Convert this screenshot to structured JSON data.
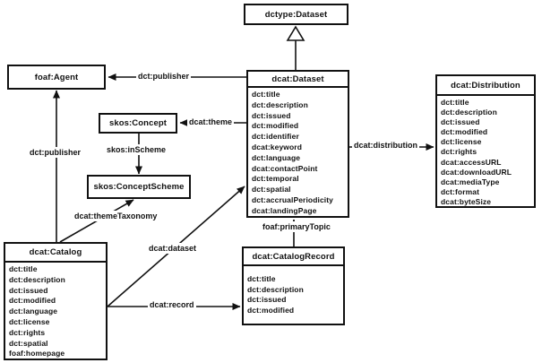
{
  "diagram": {
    "title": "DCAT vocabulary UML class diagram",
    "colors": {
      "background": "#ffffff",
      "line": "#111111",
      "box_border": "#111111",
      "box_background": "#ffffff",
      "text": "#111111"
    },
    "classes": {
      "dctype_dataset": {
        "title": "dctype:Dataset",
        "attributes": []
      },
      "foaf_agent": {
        "title": "foaf:Agent",
        "attributes": []
      },
      "skos_concept": {
        "title": "skos:Concept",
        "attributes": []
      },
      "skos_concept_scheme": {
        "title": "skos:ConceptScheme",
        "attributes": []
      },
      "dcat_dataset": {
        "title": "dcat:Dataset",
        "attributes": [
          "dct:title",
          "dct:description",
          "dct:issued",
          "dct:modified",
          "dct:identifier",
          "dcat:keyword",
          "dct:language",
          "dcat:contactPoint",
          "dct:temporal",
          "dct:spatial",
          "dct:accrualPeriodicity",
          "dcat:landingPage"
        ]
      },
      "dcat_distribution": {
        "title": "dcat:Distribution",
        "attributes": [
          "dct:title",
          "dct:description",
          "dct:issued",
          "dct:modified",
          "dct:license",
          "dct:rights",
          "dcat:accessURL",
          "dcat:downloadURL",
          "dcat:mediaType",
          "dct:format",
          "dcat:byteSize"
        ]
      },
      "dcat_catalog": {
        "title": "dcat:Catalog",
        "attributes": [
          "dct:title",
          "dct:description",
          "dct:issued",
          "dct:modified",
          "dct:language",
          "dct:license",
          "dct:rights",
          "dct:spatial",
          "foaf:homepage"
        ]
      },
      "dcat_catalog_record": {
        "title": "dcat:CatalogRecord",
        "attributes": [
          "dct:title",
          "dct:description",
          "dct:issued",
          "dct:modified"
        ]
      }
    },
    "edge_labels": {
      "publisher_top": "dct:publisher",
      "publisher_left": "dct:publisher",
      "theme": "dcat:theme",
      "in_scheme": "skos:inScheme",
      "theme_taxonomy": "dcat:themeTaxonomy",
      "dataset": "dcat:dataset",
      "record": "dcat:record",
      "primary_topic": "foaf:primaryTopic",
      "distribution": "dcat:distribution"
    }
  }
}
